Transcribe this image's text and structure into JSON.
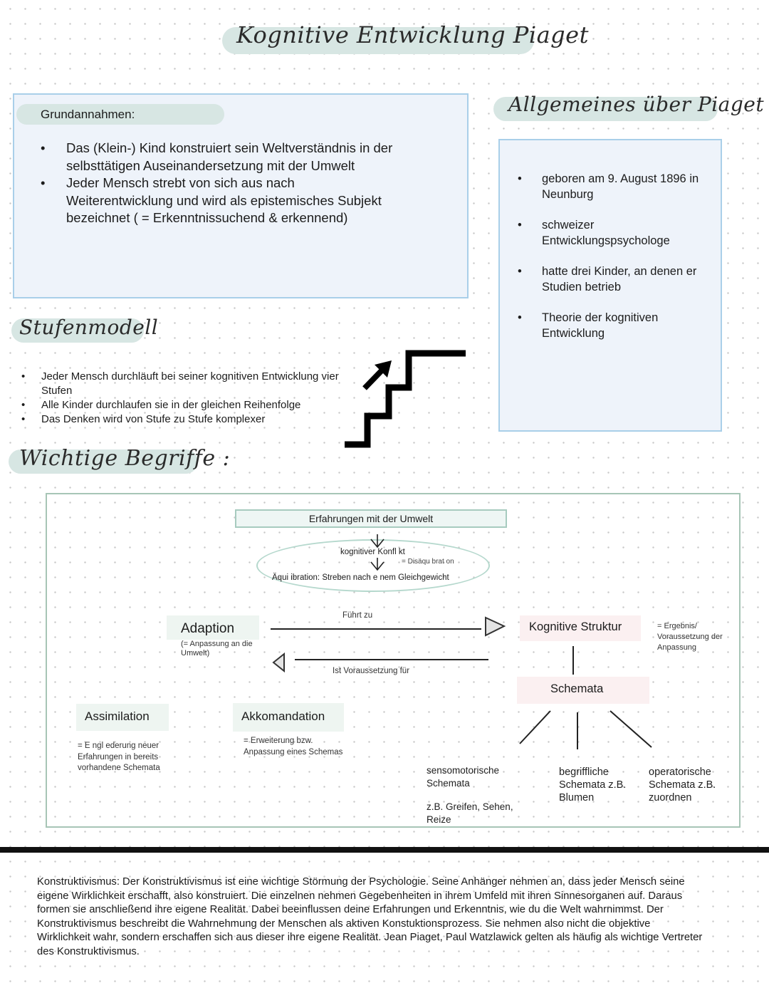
{
  "title": "Kognitive Entwicklung    Piaget",
  "grundannahmen": {
    "heading": "Grundannahmen:",
    "items": [
      "Das (Klein-) Kind konstruiert sein Weltverständnis in der selbsttätigen Auseinandersetzung mit der Umwelt",
      "Jeder Mensch strebt von sich aus nach Weiterentwicklung und wird als epistemisches Subjekt bezeichnet ( = Erkenntnissuchend & erkennend)"
    ]
  },
  "allgemeines": {
    "heading": "Allgemeines über Piaget",
    "items": [
      "geboren am 9. August 1896 in Neunburg",
      "schweizer Entwicklungspsychologe",
      "hatte drei Kinder, an denen er Studien betrieb",
      "Theorie der kognitiven Entwicklung"
    ]
  },
  "stufenmodell": {
    "heading": "Stufenmodell",
    "items": [
      "Jeder Mensch durchläuft bei seiner kognitiven Entwicklung vier Stufen",
      "Alle Kinder durchlaufen sie in der gleichen Reihenfolge",
      "Das Denken wird von Stufe zu Stufe komplexer"
    ],
    "icon": "stairs-arrow-icon"
  },
  "begriffe": {
    "heading": "Wichtige Begriffe :",
    "diagram": {
      "top_box": "Erfahrungen mit der Umwelt",
      "ellipse_line1": "kognitiver Konfl kt",
      "ellipse_note": "= Disäqu brat on",
      "ellipse_line2": "Äqui ibration: Streben nach e nem Gleichgewicht",
      "adaption": "Adaption",
      "adaption_note": "(= Anpassung an die Umwelt)",
      "arrow_top_label": "Führt zu",
      "arrow_bottom_label": "Ist Voraussetzung für",
      "kognitive_struktur": "Kognitive Struktur",
      "kognitive_struktur_note": "= Ergebnis/ Voraussetzung der Anpassung",
      "schemata": "Schemata",
      "assimilation": "Assimilation",
      "assimilation_note": "= E ngl ederung neuer Erfahrungen in bereits vorhandene Schemata",
      "akkomandation": "Akkomandation",
      "akkomandation_note": "= Erweiterung bzw. Anpassung eines Schemas",
      "sensomotorisch": "sensomotorische Schemata",
      "sensomotorisch_ex": "z.B. Greifen, Sehen, Reize",
      "begrifflich": "begriffliche Schemata z.B. Blumen",
      "operatorisch": "operatorische Schemata z.B. zuordnen"
    }
  },
  "konstruktivismus": "Konstruktivismus: Der Konstruktivismus ist eine wichtige Störmung der Psychologie. Seine Anhänger nehmen an, dass jeder Mensch seine eigene Wirklichkeit erschafft, also konstruiert. Die einzelnen nehmen Gegebenheiten in ihrem Umfeld mit ihren Sinnesorganen auf. Daraus formen sie anschließend ihre eigene Realität. Dabei beeinflussen deine Erfahrungen und Erkenntnis, wie du die Welt wahrnimmst. Der Konstruktivismus beschreibt die Wahrnehmung der Menschen als aktiven Konstuktionsprozess. Sie nehmen also nicht die objektive Wirklichkeit wahr, sondern erschaffen sich aus dieser ihre eigene Realität. Jean Piaget, Paul Watzlawick gelten als häufig als wichtige Vertreter des Konstruktivismus."
}
